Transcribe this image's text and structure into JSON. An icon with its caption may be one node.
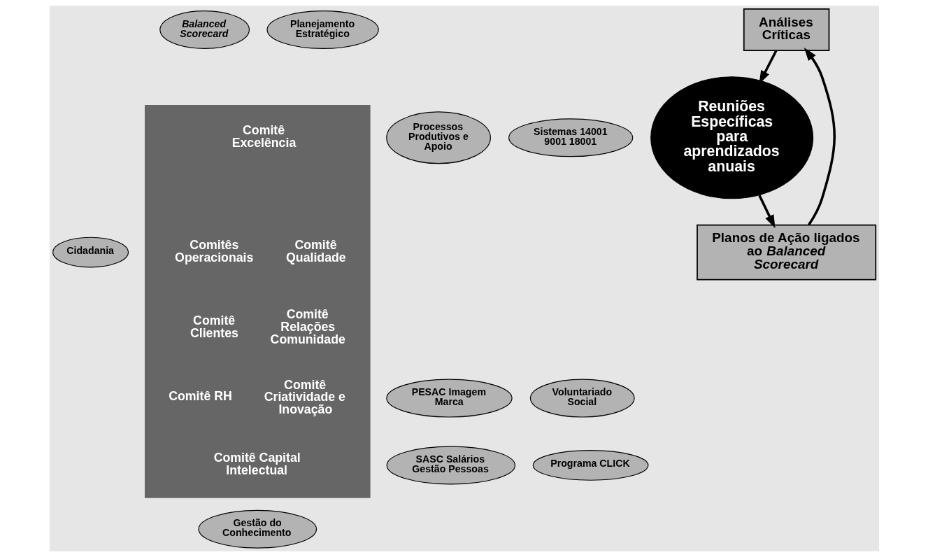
{
  "diagram": {
    "nodes": [
      {
        "text": [],
        "shape": "box"
      },
      {
        "text": [
          "Balanced Scorecard"
        ]
      },
      {
        "text": [
          "Análises Críticas"
        ]
      },
      {
        "text": [
          "Planejamento Estratégico"
        ]
      },
      {
        "text": [
          "Comitê Excelência"
        ],
        "in": 0
      },
      {
        "text": [
          "Processos Produtivos e Apoio"
        ]
      },
      {
        "text": [
          "Sistemas 14001 9001 18001"
        ]
      },
      {
        "text": [
          "Comitês Operacionais"
        ],
        "in": 0
      },
      {
        "text": [
          "Comitê Qualidade"
        ],
        "in": 0
      },
      {
        "text": [
          "Cidadania"
        ]
      },
      {
        "text": [
          "Comitê Clientes"
        ],
        "in": 0
      },
      {
        "text": [
          "Reuniões Específicas para aprendizados anuais"
        ]
      },
      {
        "text": [
          "Comitê Relações Comunidade"
        ],
        "in": 0
      },
      {
        "text": [
          "PESAC Imagem Marca"
        ]
      },
      {
        "text": [
          "Voluntariado Social"
        ]
      },
      {
        "text": [
          "Comitê RH"
        ],
        "in": 0
      },
      {
        "text": [
          "Comitê Criatividade e Inovação"
        ],
        "in": 0
      },
      {
        "text": [
          "Programa CLICK"
        ]
      },
      {
        "text": [
          "SASC Salários Gestão Pessoas"
        ]
      },
      {
        "text": [
          "Comitê Capital Intelectual"
        ],
        "in": 0
      },
      {
        "text": [
          "Gestão do Conhecimento"
        ]
      },
      {
        "text": [
          "Planos de Ação ligados ao *Balanced Scorecard*"
        ]
      }
    ],
    "edges": [
      {
        "from": 2,
        "to": 11,
        "arrow": "to"
      },
      {
        "from": 11,
        "to": 21,
        "arrow": "to"
      },
      {
        "from": 21,
        "to": 2,
        "arrow": "to"
      }
    ]
  }
}
